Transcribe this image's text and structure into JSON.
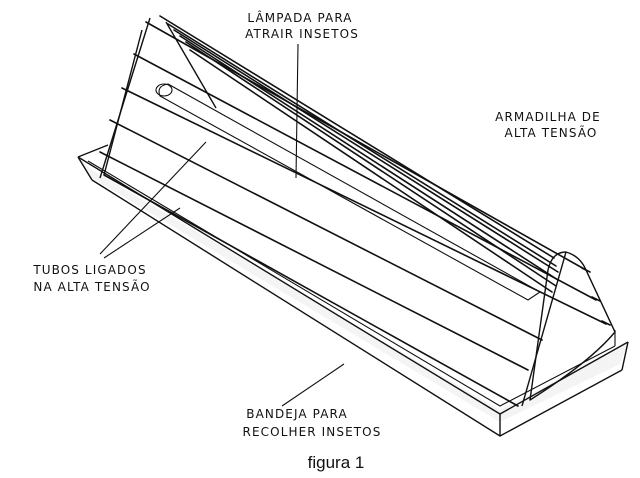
{
  "labels": {
    "lamp_line1": "LÂMPADA PARA",
    "lamp_line2": "ATRAIR INSETOS",
    "trap_line1": "ARMADILHA DE",
    "trap_line2": "ALTA TENSÃO",
    "tubes_line1": "TUBOS LIGADOS",
    "tubes_line2": "NA ALTA TENSÃO",
    "tray_line1": "BANDEJA PARA",
    "tray_line2": "RECOLHER INSETOS"
  },
  "caption": "figura 1"
}
